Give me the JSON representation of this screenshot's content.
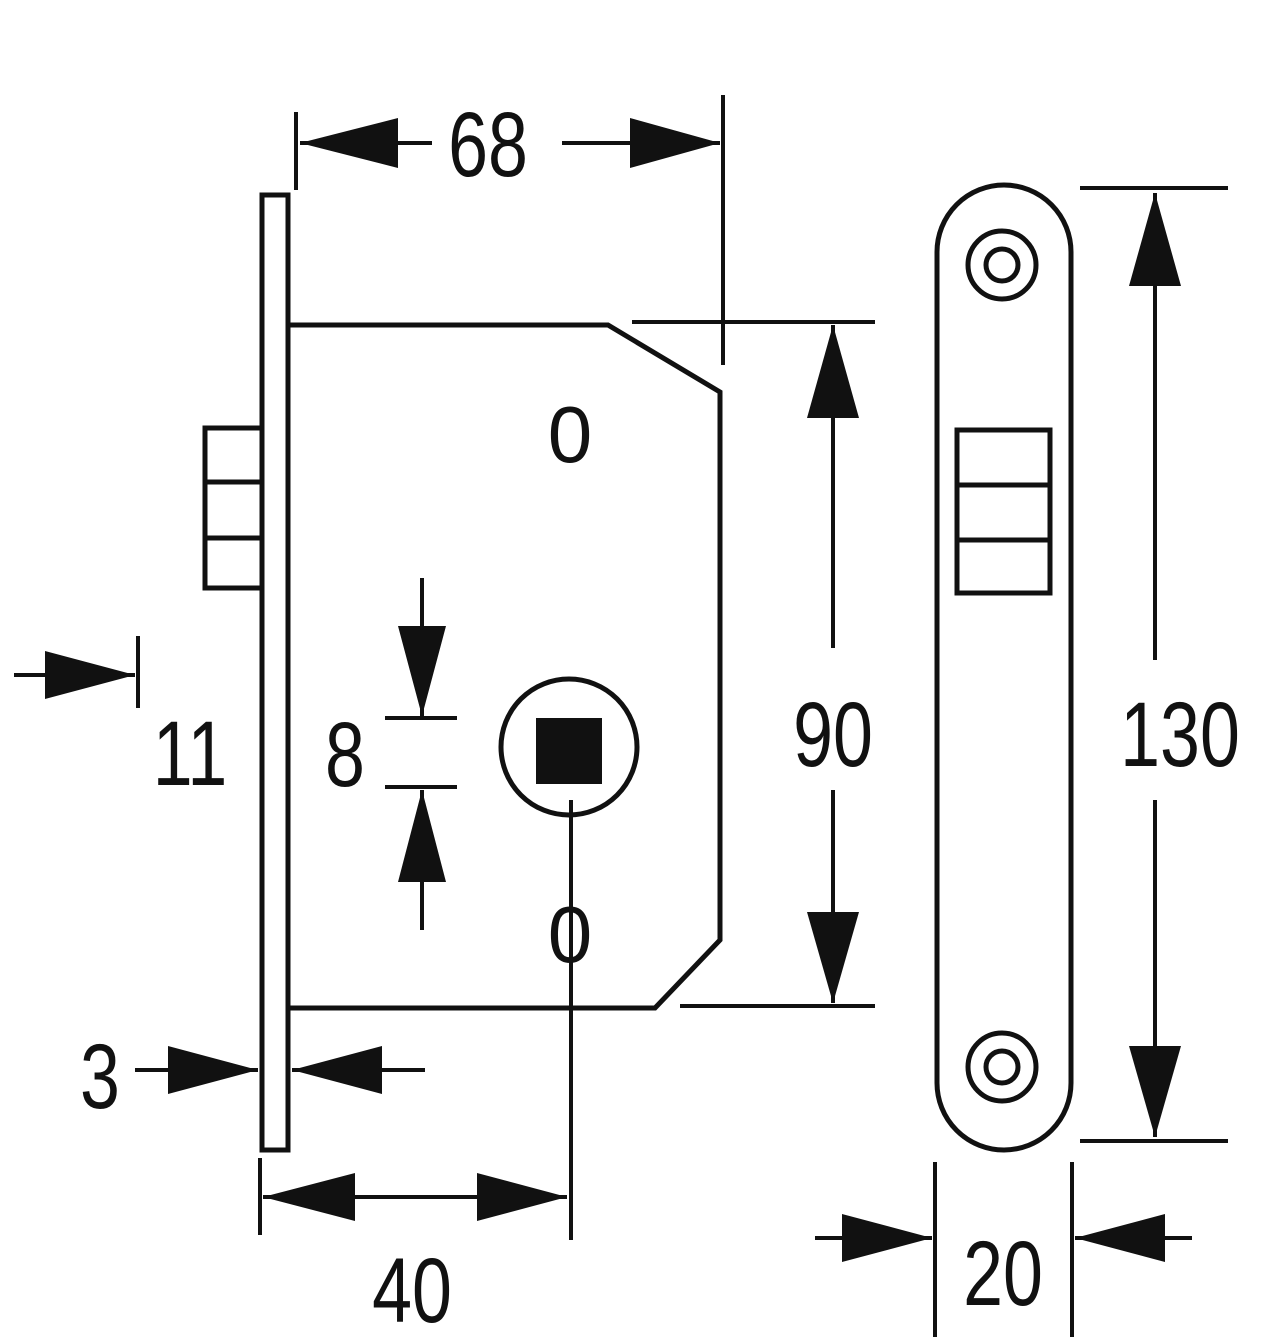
{
  "drawing": {
    "colors": {
      "ink": "#111111",
      "background": "#ffffff"
    },
    "dimensions": {
      "backset_depth": "68",
      "case_height": "90",
      "spindle_square": "8",
      "latch_offset": "11",
      "faceplate_thickness": "3",
      "spindle_backset": "40",
      "strike_height": "130",
      "strike_width": "20"
    },
    "markings": {
      "top_marker": "0",
      "bottom_marker": "0"
    }
  }
}
